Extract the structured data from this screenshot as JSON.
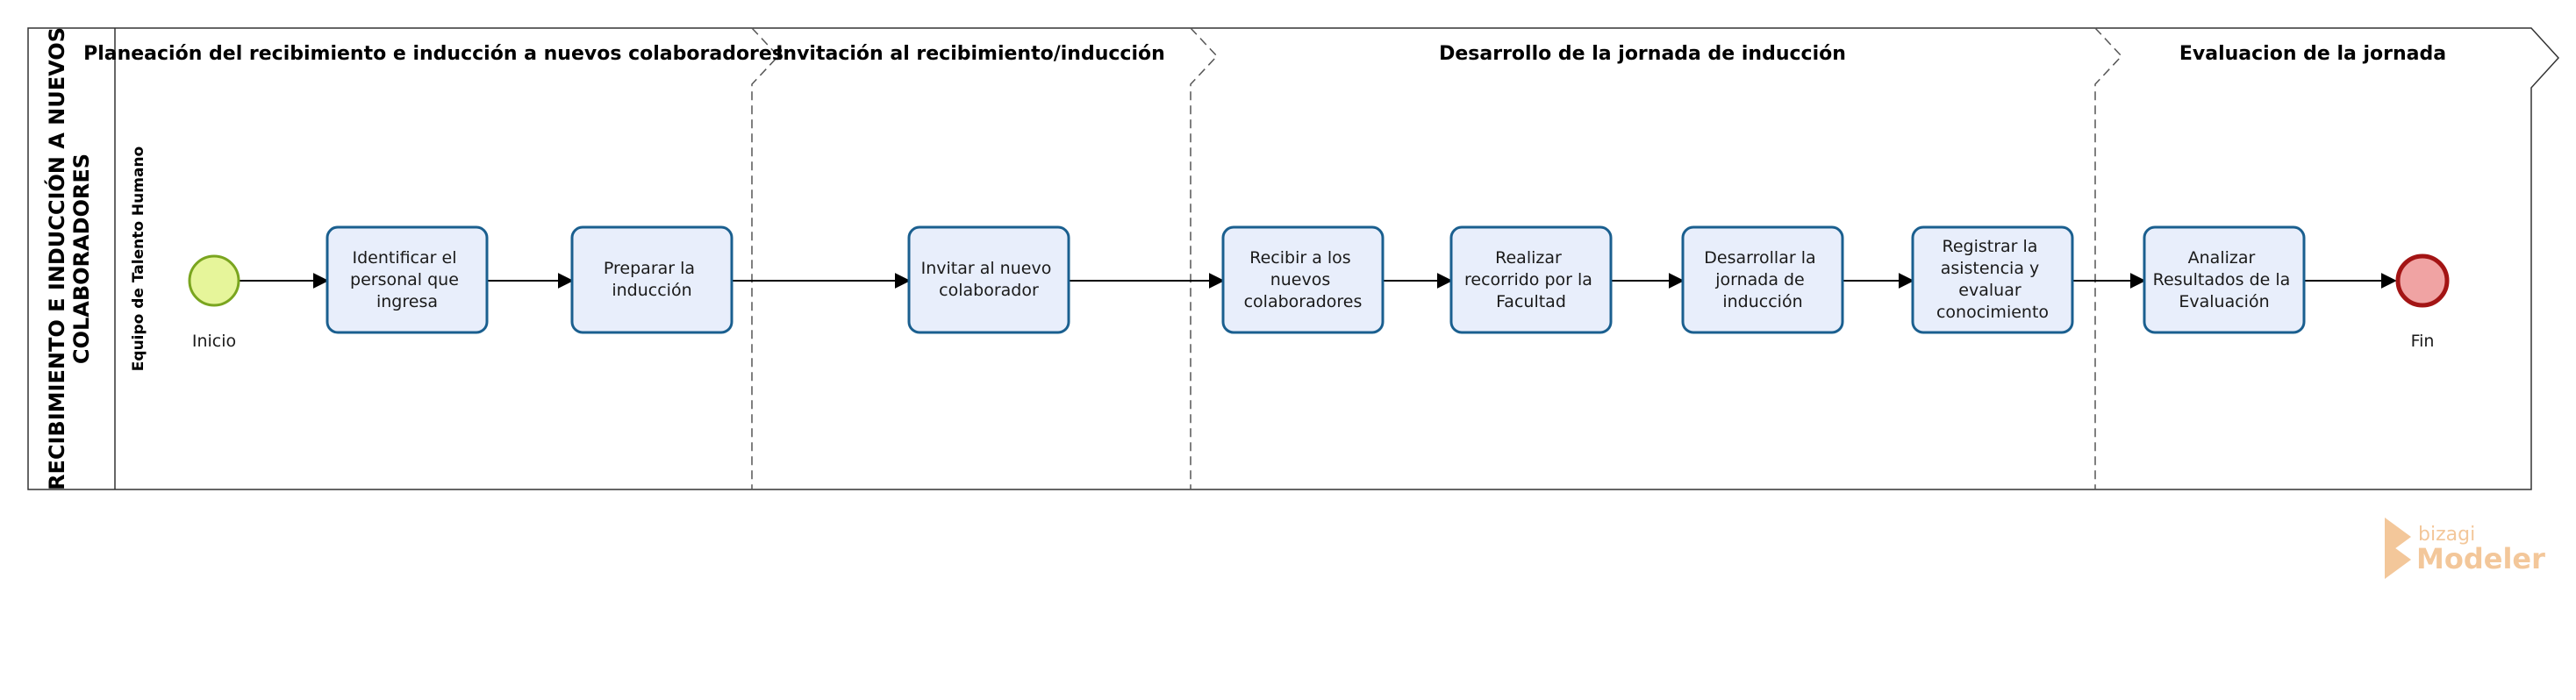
{
  "pool": {
    "title_line1": "RECIBIMIENTO E INDUCCIÓN A NUEVOS",
    "title_line2": "COLABORADORES"
  },
  "lane": {
    "title": "Equipo de Talento Humano"
  },
  "phases": [
    {
      "label": "Planeación del recibimiento e inducción a nuevos colaboradores"
    },
    {
      "label": "Invitación al recibimiento/inducción"
    },
    {
      "label": "Desarrollo de la jornada de inducción"
    },
    {
      "label": "Evaluacion de la  jornada"
    }
  ],
  "events": {
    "start": {
      "label": "Inicio"
    },
    "end": {
      "label": "Fin"
    }
  },
  "tasks": [
    {
      "lines": [
        "Identificar el",
        "personal que",
        "ingresa"
      ]
    },
    {
      "lines": [
        "Preparar la",
        "inducción"
      ]
    },
    {
      "lines": [
        "Invitar al nuevo",
        "colaborador"
      ]
    },
    {
      "lines": [
        "Recibir a los",
        "nuevos",
        "colaboradores"
      ]
    },
    {
      "lines": [
        "Realizar",
        "recorrido por la",
        "Facultad"
      ]
    },
    {
      "lines": [
        "Desarrollar la",
        "jornada de",
        "inducción"
      ]
    },
    {
      "lines": [
        "Registrar la",
        "asistencia y",
        "evaluar",
        "conocimiento"
      ]
    },
    {
      "lines": [
        "Analizar",
        "Resultados de la",
        "Evaluación"
      ]
    }
  ],
  "watermark": {
    "brand_small": "bizagi",
    "brand_big": "Modeler"
  },
  "colors": {
    "task_fill": "#e8eefb",
    "task_stroke": "#1a5f8f",
    "start_fill": "#e6f59a",
    "start_stroke": "#7aa51f",
    "end_fill": "#f0a3a3",
    "end_stroke": "#a31414",
    "watermark": "#f3c79a"
  }
}
